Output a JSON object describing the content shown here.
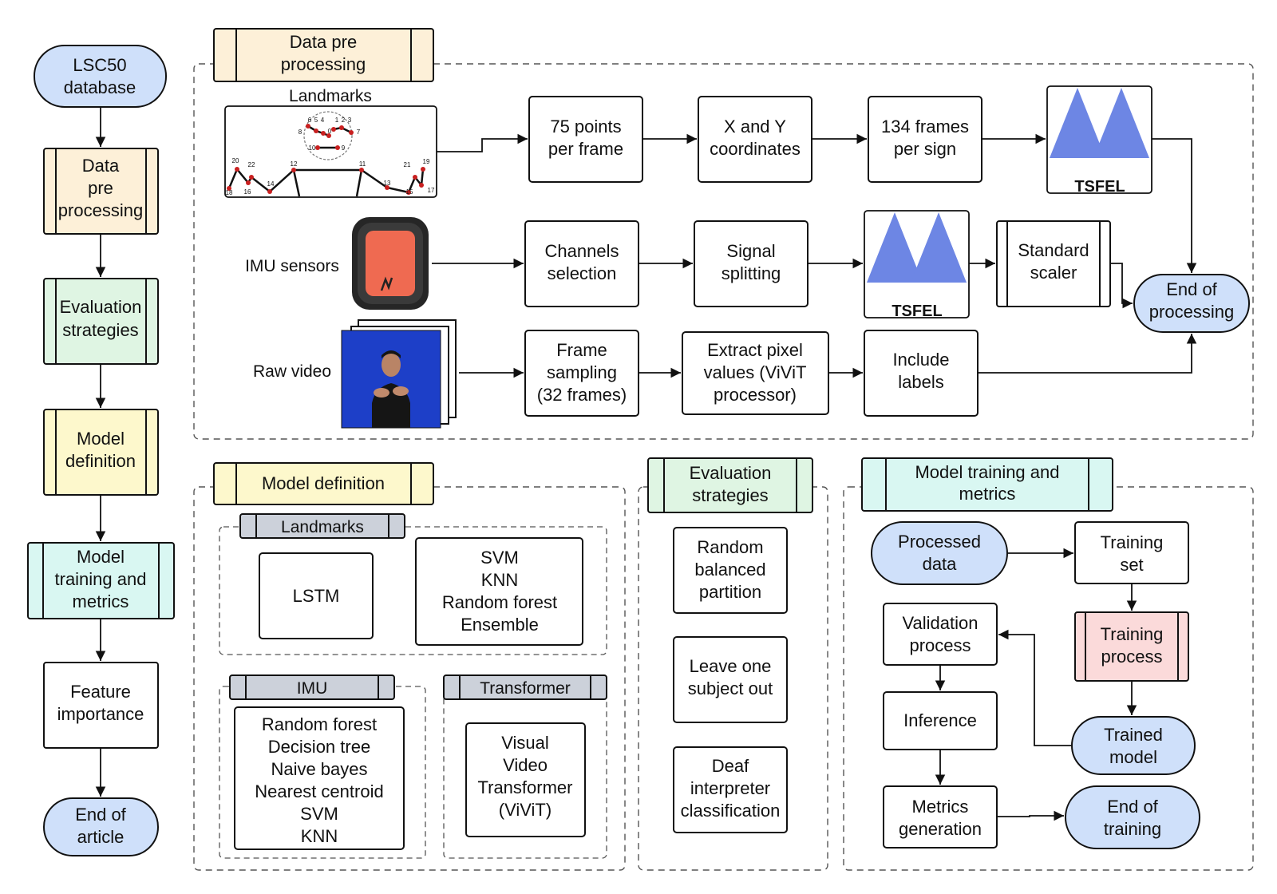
{
  "colors": {
    "blue": "#cfe0fa",
    "peach": "#fdf0d8",
    "green": "#dff5e3",
    "yellow": "#fdf8cc",
    "teal": "#d9f7f2",
    "gray": "#ccd1da",
    "pink": "#fbdada",
    "tsfel_blue": "#6d86e4",
    "stroke": "#111111"
  },
  "flow": {
    "start": [
      "LSC50",
      "database"
    ],
    "step1": [
      "Data",
      "pre",
      "processing"
    ],
    "step2": [
      "Evaluation",
      "strategies"
    ],
    "step3": [
      "Model",
      "definition"
    ],
    "step4": [
      "Model",
      "training and",
      "metrics"
    ],
    "step5": [
      "Feature",
      "importance"
    ],
    "end": [
      "End of",
      "article"
    ]
  },
  "preprocessing": {
    "header": [
      "Data pre",
      "processing"
    ],
    "landmarks_label": "Landmarks",
    "skeleton_numbers": [
      "6",
      "5",
      "4",
      "1",
      "2",
      "3",
      "8",
      "0",
      "7",
      "10",
      "9",
      "20",
      "22",
      "12",
      "11",
      "21",
      "19",
      "18",
      "16",
      "14",
      "13",
      "15",
      "17"
    ],
    "imu_label": "IMU sensors",
    "video_label": "Raw video",
    "landmarks_steps": [
      [
        "75 points",
        "per frame"
      ],
      [
        "X and Y",
        "coordinates"
      ],
      [
        "134 frames",
        "per sign"
      ]
    ],
    "imu_steps": [
      [
        "Channels",
        "selection"
      ],
      [
        "Signal",
        "splitting"
      ]
    ],
    "scaler": [
      "Standard",
      "scaler"
    ],
    "video_steps": [
      [
        "Frame",
        "sampling",
        "(32 frames)"
      ],
      [
        "Extract pixel",
        "values (ViViT",
        "processor)"
      ],
      [
        "Include",
        "labels"
      ]
    ],
    "tsfel_text": "TSFEL",
    "end": [
      "End of",
      "processing"
    ]
  },
  "model_definition": {
    "header": "Model definition",
    "landmarks_header": "Landmarks",
    "lstm": "LSTM",
    "landmark_models": [
      "SVM",
      "KNN",
      "Random forest",
      "Ensemble"
    ],
    "imu_header": "IMU",
    "imu_models": [
      "Random forest",
      "Decision tree",
      "Naive bayes",
      "Nearest centroid",
      "SVM",
      "KNN"
    ],
    "transformer_header": "Transformer",
    "transformer_models": [
      "Visual",
      "Video",
      "Transformer",
      "(ViViT)"
    ]
  },
  "evaluation": {
    "header": [
      "Evaluation",
      "strategies"
    ],
    "items": [
      [
        "Random",
        "balanced",
        "partition"
      ],
      [
        "Leave one",
        "subject out"
      ],
      [
        "Deaf",
        "interpreter",
        "classification"
      ]
    ]
  },
  "training": {
    "header": [
      "Model training and",
      "metrics"
    ],
    "processed": [
      "Processed",
      "data"
    ],
    "training_set": [
      "Training",
      "set"
    ],
    "validation": [
      "Validation",
      "process"
    ],
    "training_process": [
      "Training",
      "process"
    ],
    "inference": "Inference",
    "trained_model": [
      "Trained",
      "model"
    ],
    "metrics": [
      "Metrics",
      "generation"
    ],
    "end": [
      "End of",
      "training"
    ]
  }
}
